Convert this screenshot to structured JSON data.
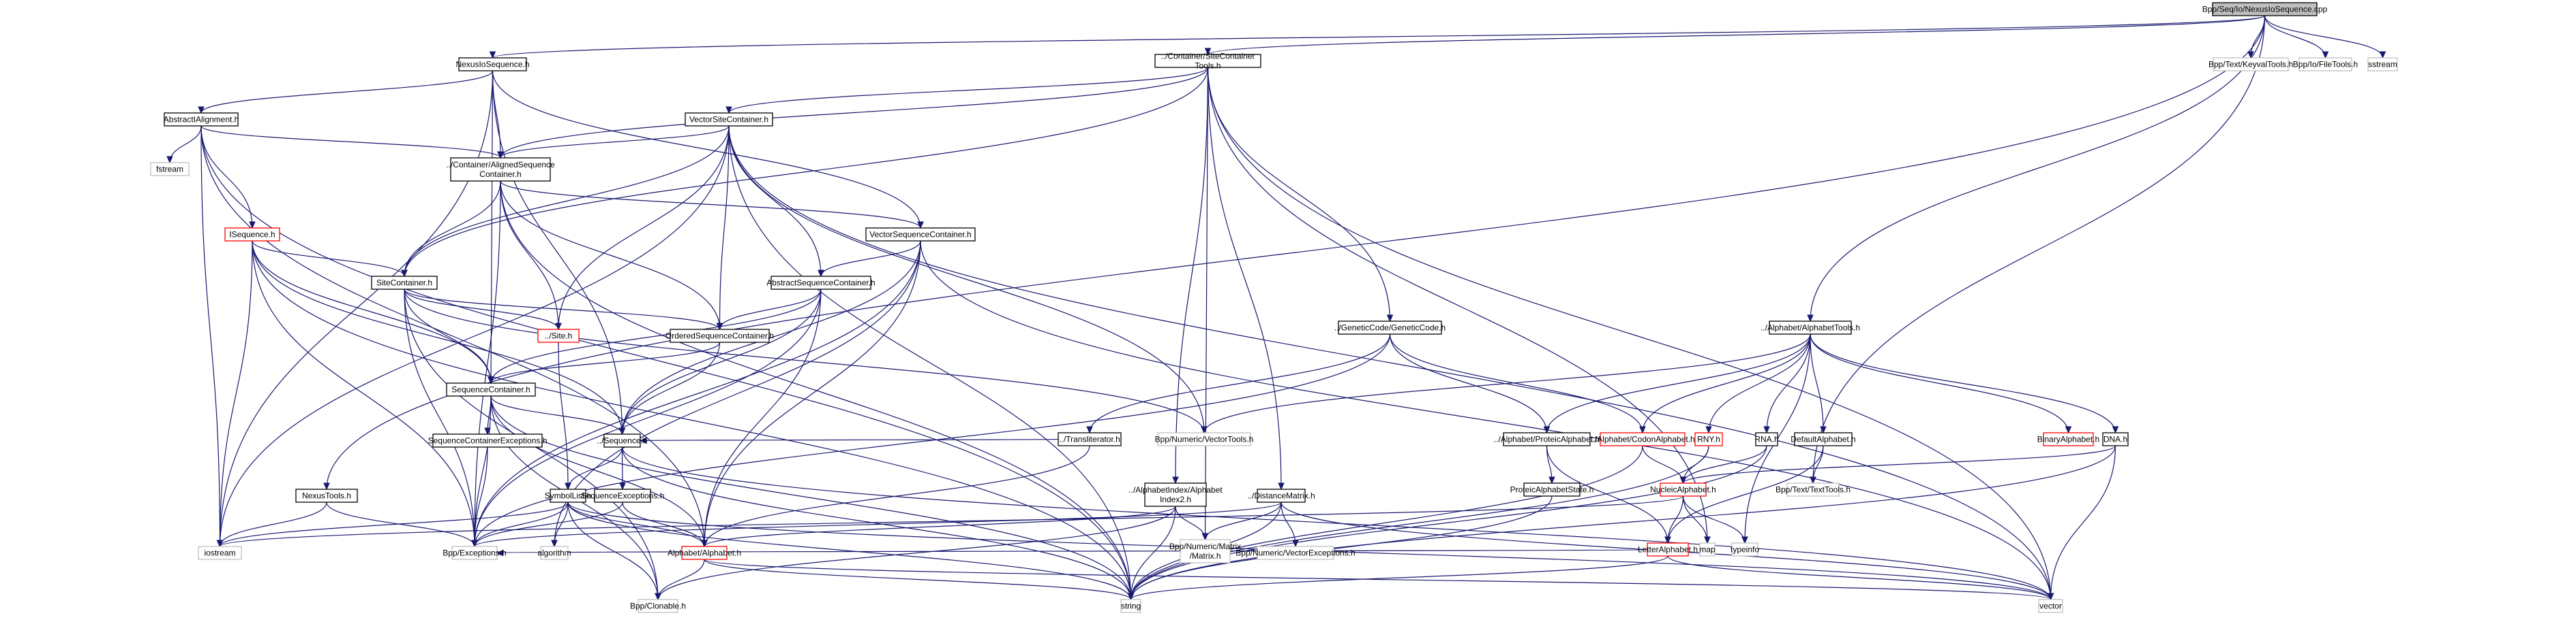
{
  "graph": {
    "title": "Bpp/Seq/Io/NexusIoSequence.cpp",
    "nodes": [
      {
        "id": "root",
        "label": [
          "Bpp/Seq/Io/NexusIoSequence.cpp"
        ],
        "style": "root"
      },
      {
        "id": "nexusiosequence_h",
        "label": [
          "NexusIoSequence.h"
        ],
        "style": "normal"
      },
      {
        "id": "sitecontainertools_h",
        "label": [
          "../Container/SiteContainer",
          "Tools.h"
        ],
        "style": "normal"
      },
      {
        "id": "keyvaltools_h",
        "label": [
          "Bpp/Text/KeyvalTools.h"
        ],
        "style": "gray"
      },
      {
        "id": "filetools_h",
        "label": [
          "Bpp/Io/FileTools.h"
        ],
        "style": "gray"
      },
      {
        "id": "sstream",
        "label": [
          "sstream"
        ],
        "style": "gray"
      },
      {
        "id": "abstractialignment_h",
        "label": [
          "AbstractIAlignment.h"
        ],
        "style": "normal"
      },
      {
        "id": "vectorsitecontainer_h",
        "label": [
          "VectorSiteContainer.h"
        ],
        "style": "normal"
      },
      {
        "id": "fstream",
        "label": [
          "fstream"
        ],
        "style": "gray"
      },
      {
        "id": "alignedsequencecontainer_h",
        "label": [
          "../Container/AlignedSequence",
          "Container.h"
        ],
        "style": "normal"
      },
      {
        "id": "isequence_h",
        "label": [
          "ISequence.h"
        ],
        "style": "red"
      },
      {
        "id": "vectorsequencecontainer_h",
        "label": [
          "VectorSequenceContainer.h"
        ],
        "style": "normal"
      },
      {
        "id": "sitecontainer_h",
        "label": [
          "SiteContainer.h"
        ],
        "style": "normal"
      },
      {
        "id": "abstractsequencecontainer_h",
        "label": [
          "AbstractSequenceContainer.h"
        ],
        "style": "normal"
      },
      {
        "id": "site_h",
        "label": [
          "../Site.h"
        ],
        "style": "red"
      },
      {
        "id": "orderedsequencecontainer_h",
        "label": [
          "OrderedSequenceContainer.h"
        ],
        "style": "normal"
      },
      {
        "id": "geneticcode_h",
        "label": [
          "../GeneticCode/GeneticCode.h"
        ],
        "style": "normal"
      },
      {
        "id": "alphabettools_h",
        "label": [
          "../Alphabet/AlphabetTools.h"
        ],
        "style": "normal"
      },
      {
        "id": "sequencecontainer_h",
        "label": [
          "SequenceContainer.h"
        ],
        "style": "normal"
      },
      {
        "id": "transliterator_h",
        "label": [
          "../Transliterator.h"
        ],
        "style": "normal"
      },
      {
        "id": "vectortools_h",
        "label": [
          "Bpp/Numeric/VectorTools.h"
        ],
        "style": "gray"
      },
      {
        "id": "proteicalphabet_h",
        "label": [
          "../Alphabet/ProteicAlphabet.h"
        ],
        "style": "normal"
      },
      {
        "id": "codonalphabet_h",
        "label": [
          "../Alphabet/CodonAlphabet.h"
        ],
        "style": "red"
      },
      {
        "id": "rny_h",
        "label": [
          "RNY.h"
        ],
        "style": "red"
      },
      {
        "id": "rna_h",
        "label": [
          "RNA.h"
        ],
        "style": "normal"
      },
      {
        "id": "defaultalphabet_h",
        "label": [
          "DefaultAlphabet.h"
        ],
        "style": "normal"
      },
      {
        "id": "binaryalphabet_h",
        "label": [
          "BinaryAlphabet.h"
        ],
        "style": "red"
      },
      {
        "id": "dna_h",
        "label": [
          "DNA.h"
        ],
        "style": "normal"
      },
      {
        "id": "sequencecontainerexceptions_h",
        "label": [
          "SequenceContainerExceptions.h"
        ],
        "style": "normal"
      },
      {
        "id": "sequence_h",
        "label": [
          "../Sequence.h"
        ],
        "style": "normal"
      },
      {
        "id": "proteicalphabetstate_h",
        "label": [
          "ProteicAlphabetState.h"
        ],
        "style": "normal"
      },
      {
        "id": "nucleicalphabet_h",
        "label": [
          "NucleicAlphabet.h"
        ],
        "style": "red"
      },
      {
        "id": "texttools_h",
        "label": [
          "Bpp/Text/TextTools.h"
        ],
        "style": "gray"
      },
      {
        "id": "nexustools_h",
        "label": [
          "NexusTools.h"
        ],
        "style": "normal"
      },
      {
        "id": "symbollist_h",
        "label": [
          "SymbolList.h"
        ],
        "style": "normal"
      },
      {
        "id": "sequenceexceptions_h",
        "label": [
          "SequenceExceptions.h"
        ],
        "style": "normal"
      },
      {
        "id": "alphabetindex2_h",
        "label": [
          "../AlphabetIndex/Alphabet",
          "Index2.h"
        ],
        "style": "normal"
      },
      {
        "id": "distancematrix_h",
        "label": [
          "../DistanceMatrix.h"
        ],
        "style": "normal"
      },
      {
        "id": "letteralphabet_h",
        "label": [
          "LetterAlphabet.h"
        ],
        "style": "red"
      },
      {
        "id": "map",
        "label": [
          "map"
        ],
        "style": "gray"
      },
      {
        "id": "typeinfo",
        "label": [
          "typeinfo"
        ],
        "style": "gray"
      },
      {
        "id": "iostream",
        "label": [
          "iostream"
        ],
        "style": "gray"
      },
      {
        "id": "exceptions_h",
        "label": [
          "Bpp/Exceptions.h"
        ],
        "style": "gray"
      },
      {
        "id": "algorithm",
        "label": [
          "algorithm"
        ],
        "style": "gray"
      },
      {
        "id": "alphabet_h",
        "label": [
          "Alphabet/Alphabet.h"
        ],
        "style": "red"
      },
      {
        "id": "matrix_h",
        "label": [
          "Bpp/Numeric/Matrix",
          "/Matrix.h"
        ],
        "style": "gray"
      },
      {
        "id": "vectorexceptions_h",
        "label": [
          "Bpp/Numeric/VectorExceptions.h"
        ],
        "style": "gray"
      },
      {
        "id": "clonable_h",
        "label": [
          "Bpp/Clonable.h"
        ],
        "style": "gray"
      },
      {
        "id": "string",
        "label": [
          "string"
        ],
        "style": "gray"
      },
      {
        "id": "vector",
        "label": [
          "vector"
        ],
        "style": "gray"
      }
    ],
    "edges": [
      [
        "root",
        "nexusiosequence_h"
      ],
      [
        "root",
        "sitecontainertools_h"
      ],
      [
        "root",
        "keyvaltools_h"
      ],
      [
        "root",
        "filetools_h"
      ],
      [
        "root",
        "sstream"
      ],
      [
        "root",
        "alphabettools_h"
      ],
      [
        "root",
        "nexustools_h"
      ],
      [
        "root",
        "texttools_h"
      ],
      [
        "nexusiosequence_h",
        "abstractialignment_h"
      ],
      [
        "nexusiosequence_h",
        "alignedsequencecontainer_h"
      ],
      [
        "nexusiosequence_h",
        "vectorsequencecontainer_h"
      ],
      [
        "nexusiosequence_h",
        "sequencecontainer_h"
      ],
      [
        "nexusiosequence_h",
        "sequence_h"
      ],
      [
        "nexusiosequence_h",
        "iostream"
      ],
      [
        "sitecontainertools_h",
        "vectorsitecontainer_h"
      ],
      [
        "sitecontainertools_h",
        "alignedsequencecontainer_h"
      ],
      [
        "sitecontainertools_h",
        "sitecontainer_h"
      ],
      [
        "sitecontainertools_h",
        "geneticcode_h"
      ],
      [
        "sitecontainertools_h",
        "alphabetindex2_h"
      ],
      [
        "sitecontainertools_h",
        "distancematrix_h"
      ],
      [
        "sitecontainertools_h",
        "matrix_h"
      ],
      [
        "sitecontainertools_h",
        "map"
      ],
      [
        "sitecontainertools_h",
        "vector"
      ],
      [
        "abstractialignment_h",
        "fstream"
      ],
      [
        "abstractialignment_h",
        "isequence_h"
      ],
      [
        "abstractialignment_h",
        "alignedsequencecontainer_h"
      ],
      [
        "abstractialignment_h",
        "alphabet_h"
      ],
      [
        "abstractialignment_h",
        "iostream"
      ],
      [
        "abstractialignment_h",
        "string"
      ],
      [
        "vectorsitecontainer_h",
        "alignedsequencecontainer_h"
      ],
      [
        "vectorsitecontainer_h",
        "sitecontainer_h"
      ],
      [
        "vectorsitecontainer_h",
        "site_h"
      ],
      [
        "vectorsitecontainer_h",
        "orderedsequencecontainer_h"
      ],
      [
        "vectorsitecontainer_h",
        "abstractsequencecontainer_h"
      ],
      [
        "vectorsitecontainer_h",
        "vectortools_h"
      ],
      [
        "vectorsitecontainer_h",
        "iostream"
      ],
      [
        "vectorsitecontainer_h",
        "string"
      ],
      [
        "vectorsitecontainer_h",
        "vector"
      ],
      [
        "alignedsequencecontainer_h",
        "sitecontainer_h"
      ],
      [
        "alignedsequencecontainer_h",
        "site_h"
      ],
      [
        "alignedsequencecontainer_h",
        "orderedsequencecontainer_h"
      ],
      [
        "alignedsequencecontainer_h",
        "vectorsequencecontainer_h"
      ],
      [
        "alignedsequencecontainer_h",
        "exceptions_h"
      ],
      [
        "alignedsequencecontainer_h",
        "string"
      ],
      [
        "isequence_h",
        "sitecontainer_h"
      ],
      [
        "isequence_h",
        "sequencecontainer_h"
      ],
      [
        "isequence_h",
        "sequence_h"
      ],
      [
        "isequence_h",
        "iostream"
      ],
      [
        "isequence_h",
        "exceptions_h"
      ],
      [
        "isequence_h",
        "string"
      ],
      [
        "vectorsequencecontainer_h",
        "abstractsequencecontainer_h"
      ],
      [
        "vectorsequencecontainer_h",
        "sequence_h"
      ],
      [
        "vectorsequencecontainer_h",
        "alphabet_h"
      ],
      [
        "vectorsequencecontainer_h",
        "algorithm"
      ],
      [
        "vectorsequencecontainer_h",
        "exceptions_h"
      ],
      [
        "vectorsequencecontainer_h",
        "vector"
      ],
      [
        "sitecontainer_h",
        "site_h"
      ],
      [
        "sitecontainer_h",
        "orderedsequencecontainer_h"
      ],
      [
        "sitecontainer_h",
        "sequencecontainer_h"
      ],
      [
        "sitecontainer_h",
        "vectortools_h"
      ],
      [
        "sitecontainer_h",
        "exceptions_h"
      ],
      [
        "sitecontainer_h",
        "clonable_h"
      ],
      [
        "abstractsequencecontainer_h",
        "orderedsequencecontainer_h"
      ],
      [
        "abstractsequencecontainer_h",
        "sequencecontainer_h"
      ],
      [
        "abstractsequencecontainer_h",
        "sequence_h"
      ],
      [
        "abstractsequencecontainer_h",
        "alphabet_h"
      ],
      [
        "abstractsequencecontainer_h",
        "exceptions_h"
      ],
      [
        "site_h",
        "symbollist_h"
      ],
      [
        "orderedsequencecontainer_h",
        "sequencecontainer_h"
      ],
      [
        "orderedsequencecontainer_h",
        "sequence_h"
      ],
      [
        "geneticcode_h",
        "transliterator_h"
      ],
      [
        "geneticcode_h",
        "proteicalphabet_h"
      ],
      [
        "geneticcode_h",
        "codonalphabet_h"
      ],
      [
        "geneticcode_h",
        "exceptions_h"
      ],
      [
        "alphabettools_h",
        "proteicalphabet_h"
      ],
      [
        "alphabettools_h",
        "codonalphabet_h"
      ],
      [
        "alphabettools_h",
        "rny_h"
      ],
      [
        "alphabettools_h",
        "rna_h"
      ],
      [
        "alphabettools_h",
        "defaultalphabet_h"
      ],
      [
        "alphabettools_h",
        "binaryalphabet_h"
      ],
      [
        "alphabettools_h",
        "dna_h"
      ],
      [
        "alphabettools_h",
        "vectortools_h"
      ],
      [
        "alphabettools_h",
        "typeinfo"
      ],
      [
        "sequencecontainer_h",
        "sequencecontainerexceptions_h"
      ],
      [
        "sequencecontainer_h",
        "sequence_h"
      ],
      [
        "sequencecontainer_h",
        "alphabet_h"
      ],
      [
        "sequencecontainer_h",
        "exceptions_h"
      ],
      [
        "sequencecontainer_h",
        "clonable_h"
      ],
      [
        "sequencecontainer_h",
        "string"
      ],
      [
        "transliterator_h",
        "sequence_h"
      ],
      [
        "transliterator_h",
        "alphabet_h"
      ],
      [
        "proteicalphabet_h",
        "proteicalphabetstate_h"
      ],
      [
        "proteicalphabet_h",
        "letteralphabet_h"
      ],
      [
        "codonalphabet_h",
        "nucleicalphabet_h"
      ],
      [
        "codonalphabet_h",
        "string"
      ],
      [
        "rny_h",
        "nucleicalphabet_h"
      ],
      [
        "rny_h",
        "string"
      ],
      [
        "rna_h",
        "nucleicalphabet_h"
      ],
      [
        "rna_h",
        "string"
      ],
      [
        "defaultalphabet_h",
        "letteralphabet_h"
      ],
      [
        "defaultalphabet_h",
        "texttools_h"
      ],
      [
        "dna_h",
        "nucleicalphabet_h"
      ],
      [
        "dna_h",
        "string"
      ],
      [
        "dna_h",
        "vector"
      ],
      [
        "sequencecontainerexceptions_h",
        "exceptions_h"
      ],
      [
        "sequence_h",
        "symbollist_h"
      ],
      [
        "sequence_h",
        "sequenceexceptions_h"
      ],
      [
        "sequence_h",
        "string"
      ],
      [
        "sequence_h",
        "vector"
      ],
      [
        "proteicalphabetstate_h",
        "string"
      ],
      [
        "nucleicalphabet_h",
        "letteralphabet_h"
      ],
      [
        "nucleicalphabet_h",
        "map"
      ],
      [
        "nucleicalphabet_h",
        "typeinfo"
      ],
      [
        "nucleicalphabet_h",
        "iostream"
      ],
      [
        "nexustools_h",
        "iostream"
      ],
      [
        "nexustools_h",
        "exceptions_h"
      ],
      [
        "symbollist_h",
        "alphabet_h"
      ],
      [
        "symbollist_h",
        "exceptions_h"
      ],
      [
        "symbollist_h",
        "algorithm"
      ],
      [
        "symbollist_h",
        "clonable_h"
      ],
      [
        "symbollist_h",
        "iostream"
      ],
      [
        "symbollist_h",
        "string"
      ],
      [
        "symbollist_h",
        "vector"
      ],
      [
        "sequenceexceptions_h",
        "exceptions_h"
      ],
      [
        "sequenceexceptions_h",
        "alphabet_h"
      ],
      [
        "alphabetindex2_h",
        "alphabet_h"
      ],
      [
        "alphabetindex2_h",
        "matrix_h"
      ],
      [
        "alphabetindex2_h",
        "clonable_h"
      ],
      [
        "alphabetindex2_h",
        "string"
      ],
      [
        "distancematrix_h",
        "matrix_h"
      ],
      [
        "distancematrix_h",
        "vectorexceptions_h"
      ],
      [
        "distancematrix_h",
        "exceptions_h"
      ],
      [
        "distancematrix_h",
        "string"
      ],
      [
        "distancematrix_h",
        "vector"
      ],
      [
        "letteralphabet_h",
        "exceptions_h"
      ],
      [
        "letteralphabet_h",
        "string"
      ],
      [
        "letteralphabet_h",
        "vector"
      ],
      [
        "alphabet_h",
        "clonable_h"
      ],
      [
        "alphabet_h",
        "string"
      ],
      [
        "alphabet_h",
        "vector"
      ]
    ]
  }
}
